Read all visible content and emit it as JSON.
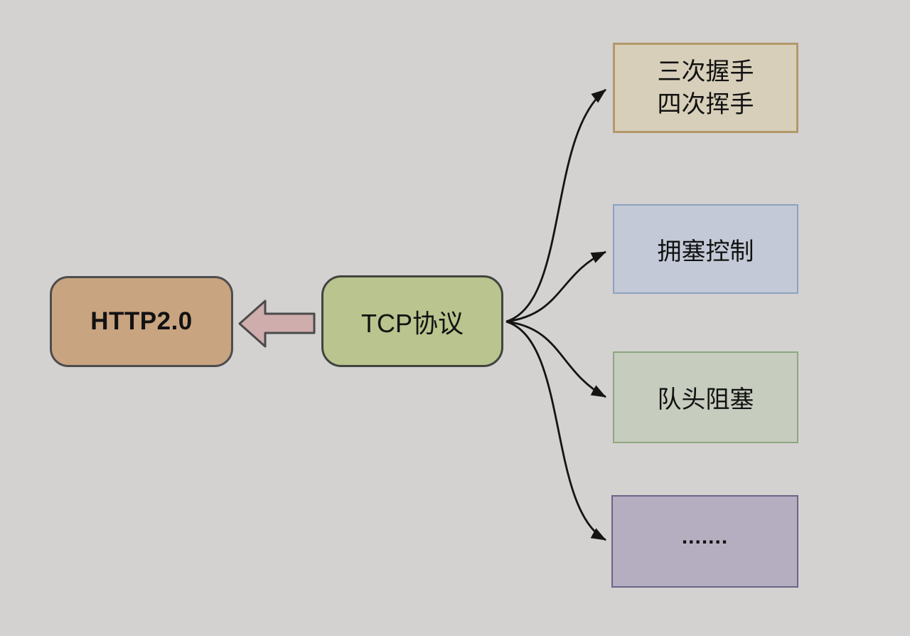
{
  "diagram": {
    "background_color": "#d3d2d1",
    "nodes": {
      "http2": {
        "label": "HTTP2.0",
        "fill": "#c9a480",
        "border": "#4d4d4d",
        "shape": "rounded-rectangle"
      },
      "tcp": {
        "label": "TCP协议",
        "fill": "#b9c48e",
        "border": "#41443f",
        "shape": "rounded-rectangle"
      },
      "handshake": {
        "lines": [
          "三次握手",
          "四次挥手"
        ],
        "fill": "#d8cfba",
        "border": "#b2996a",
        "shape": "rectangle"
      },
      "congestion": {
        "label": "拥塞控制",
        "fill": "#c3c9d6",
        "border": "#8da2c0",
        "shape": "rectangle"
      },
      "hol_blocking": {
        "label": "队头阻塞",
        "fill": "#c6ccbe",
        "border": "#8fa781",
        "shape": "rectangle"
      },
      "others": {
        "label": ".......",
        "fill": "#b5aec1",
        "border": "#6e6386",
        "shape": "rectangle"
      }
    },
    "edges": [
      {
        "from": "tcp",
        "to": "http2",
        "style": "block-arrow",
        "color": "#cfadad"
      },
      {
        "from": "tcp",
        "to": "handshake",
        "style": "curved-arrow",
        "color": "#141414"
      },
      {
        "from": "tcp",
        "to": "congestion",
        "style": "curved-arrow",
        "color": "#141414"
      },
      {
        "from": "tcp",
        "to": "hol_blocking",
        "style": "curved-arrow",
        "color": "#141414"
      },
      {
        "from": "tcp",
        "to": "others",
        "style": "curved-arrow",
        "color": "#141414"
      }
    ]
  }
}
